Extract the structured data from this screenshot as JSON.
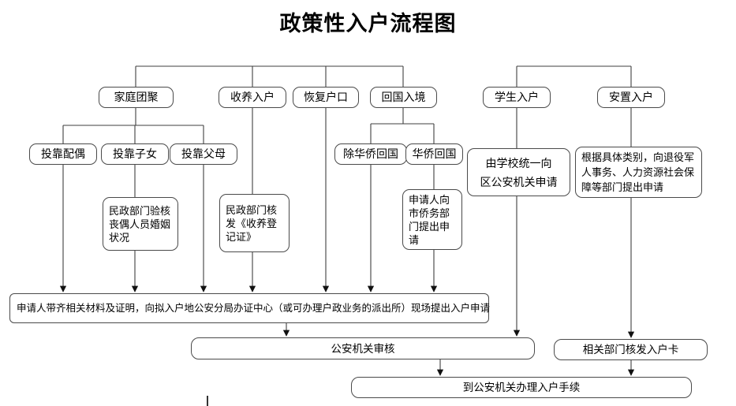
{
  "title": "政策性入户流程图",
  "colors": {
    "line": "#3f3f3f",
    "arrow": "#111111",
    "box_border": "#4a4a4a",
    "box_fill": "#ffffff",
    "text": "#000000"
  },
  "nodes": {
    "family_reunion": {
      "label": "家庭团聚"
    },
    "adoption": {
      "label": "收养入户"
    },
    "restore_hukou": {
      "label": "恢复户口"
    },
    "return_entry": {
      "label": "回国入境"
    },
    "student": {
      "label": "学生入户"
    },
    "resettlement": {
      "label": "安置入户"
    },
    "spouse": {
      "label": "投靠配偶"
    },
    "children": {
      "label": "投靠子女"
    },
    "parents": {
      "label": "投靠父母"
    },
    "non_overseas_return": {
      "label": "除华侨回国"
    },
    "overseas_return": {
      "label": "华侨回国"
    },
    "civil_verify": {
      "label": "民政部门验核丧偶人员婚姻状况"
    },
    "civil_issue": {
      "label": "民政部门核发《收养登记证》"
    },
    "overseas_apply": {
      "label": "申请人向市侨务部门提出申请"
    },
    "school_apply": {
      "label": "由学校统一向\n区公安机关申请"
    },
    "veteran_apply": {
      "label": "根据具体类别，向退役军人事务、人力资源社会保障等部门提出申请"
    },
    "onsite_apply": {
      "label": "申请人带齐相关材料及证明，向拟入户地公安分局办证中心（或可办理户政业务的派出所）现场提出入户申请"
    },
    "police_review": {
      "label": "公安机关审核"
    },
    "card_issue": {
      "label": "相关部门核发入户卡"
    },
    "final_step": {
      "label": "到公安机关办理入户手续"
    }
  },
  "edges": [
    {
      "from": "family_reunion",
      "to": "spouse"
    },
    {
      "from": "family_reunion",
      "to": "children"
    },
    {
      "from": "family_reunion",
      "to": "parents"
    },
    {
      "from": "return_entry",
      "to": "non_overseas_return"
    },
    {
      "from": "return_entry",
      "to": "overseas_return"
    },
    {
      "from": "children",
      "to": "civil_verify"
    },
    {
      "from": "adoption",
      "to": "civil_issue"
    },
    {
      "from": "overseas_return",
      "to": "overseas_apply"
    },
    {
      "from": "student",
      "to": "school_apply"
    },
    {
      "from": "resettlement",
      "to": "veteran_apply"
    },
    {
      "from": "spouse",
      "to": "onsite_apply"
    },
    {
      "from": "civil_verify",
      "to": "onsite_apply"
    },
    {
      "from": "parents",
      "to": "onsite_apply"
    },
    {
      "from": "civil_issue",
      "to": "onsite_apply"
    },
    {
      "from": "restore_hukou",
      "to": "onsite_apply"
    },
    {
      "from": "non_overseas_return",
      "to": "onsite_apply"
    },
    {
      "from": "overseas_apply",
      "to": "onsite_apply"
    },
    {
      "from": "onsite_apply",
      "to": "police_review"
    },
    {
      "from": "school_apply",
      "to": "police_review"
    },
    {
      "from": "police_review",
      "to": "final_step"
    },
    {
      "from": "veteran_apply",
      "to": "card_issue"
    },
    {
      "from": "card_issue",
      "to": "final_step"
    }
  ]
}
